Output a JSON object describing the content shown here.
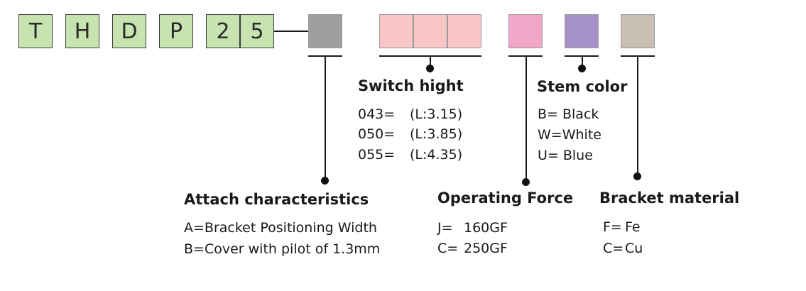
{
  "code_letters": [
    "T",
    "H",
    "D",
    "P",
    "2",
    "5"
  ],
  "colors": {
    "code_box": "#c6e3b0",
    "gray_box": "#9e9e9e",
    "switch_hight_box": "#f8c6c6",
    "operating_force_box": "#f2a7c8",
    "stem_color_box": "#a591c7",
    "bracket_material_box": "#c9bfb4"
  },
  "attach": {
    "title": "Attach characteristics",
    "items": [
      "A=Bracket Positioning Width",
      "B=Cover with pilot of 1.3mm"
    ]
  },
  "switch_hight": {
    "title": "Switch hight",
    "items": [
      {
        "code": "043=",
        "value": "(L:3.15)"
      },
      {
        "code": "050=",
        "value": "(L:3.85)"
      },
      {
        "code": "055=",
        "value": "(L:4.35)"
      }
    ]
  },
  "operating_force": {
    "title": "Operating Force",
    "items": [
      {
        "code": "J=",
        "value": "160GF"
      },
      {
        "code": "C=",
        "value": "250GF"
      }
    ]
  },
  "stem_color": {
    "title": "Stem color",
    "items": [
      "B= Black",
      "W=White",
      "U= Blue"
    ]
  },
  "bracket_material": {
    "title": "Bracket material",
    "items": [
      {
        "code": "F=",
        "value": "Fe"
      },
      {
        "code": "C=",
        "value": "Cu"
      }
    ]
  }
}
